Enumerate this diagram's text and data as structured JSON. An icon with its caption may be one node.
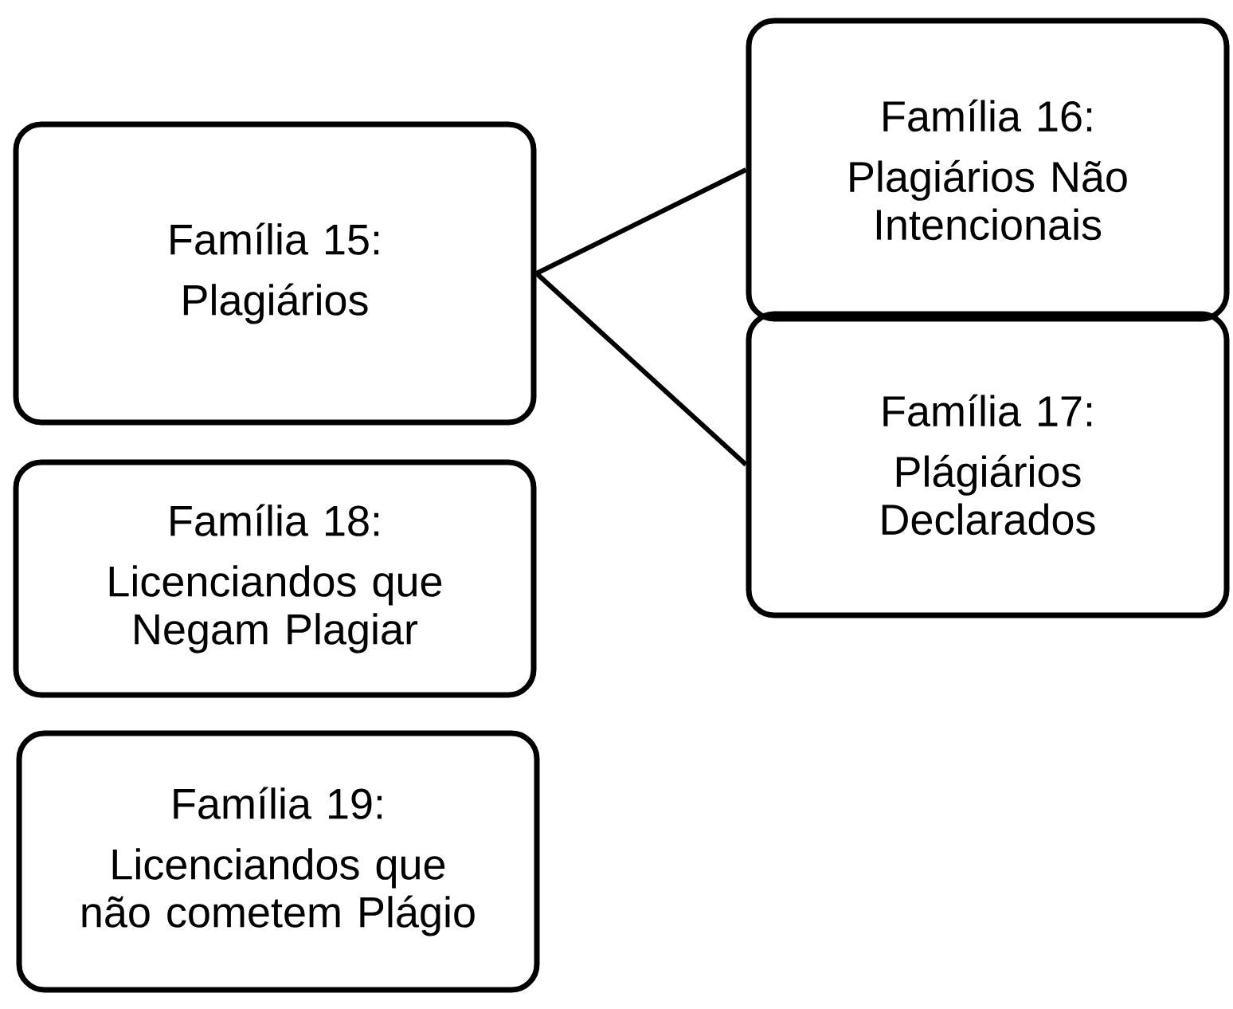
{
  "diagram": {
    "nodes": [
      {
        "text": [
          "Família 15:",
          "Plagiários"
        ]
      },
      {
        "text": [
          "Família 16:",
          "Plagiários Não Intencionais"
        ]
      },
      {
        "text": [
          "Família 17:",
          "Plágiários Declarados"
        ]
      },
      {
        "text": [
          "Família 18:",
          "Licenciandos que Negam Plagiar"
        ]
      },
      {
        "text": [
          "Família 19:",
          "Licenciandos que não cometem Plágio"
        ]
      }
    ],
    "edges": [
      {
        "from": 0,
        "to": 1,
        "arrow": "none"
      },
      {
        "from": 0,
        "to": 2,
        "arrow": "none"
      }
    ]
  }
}
